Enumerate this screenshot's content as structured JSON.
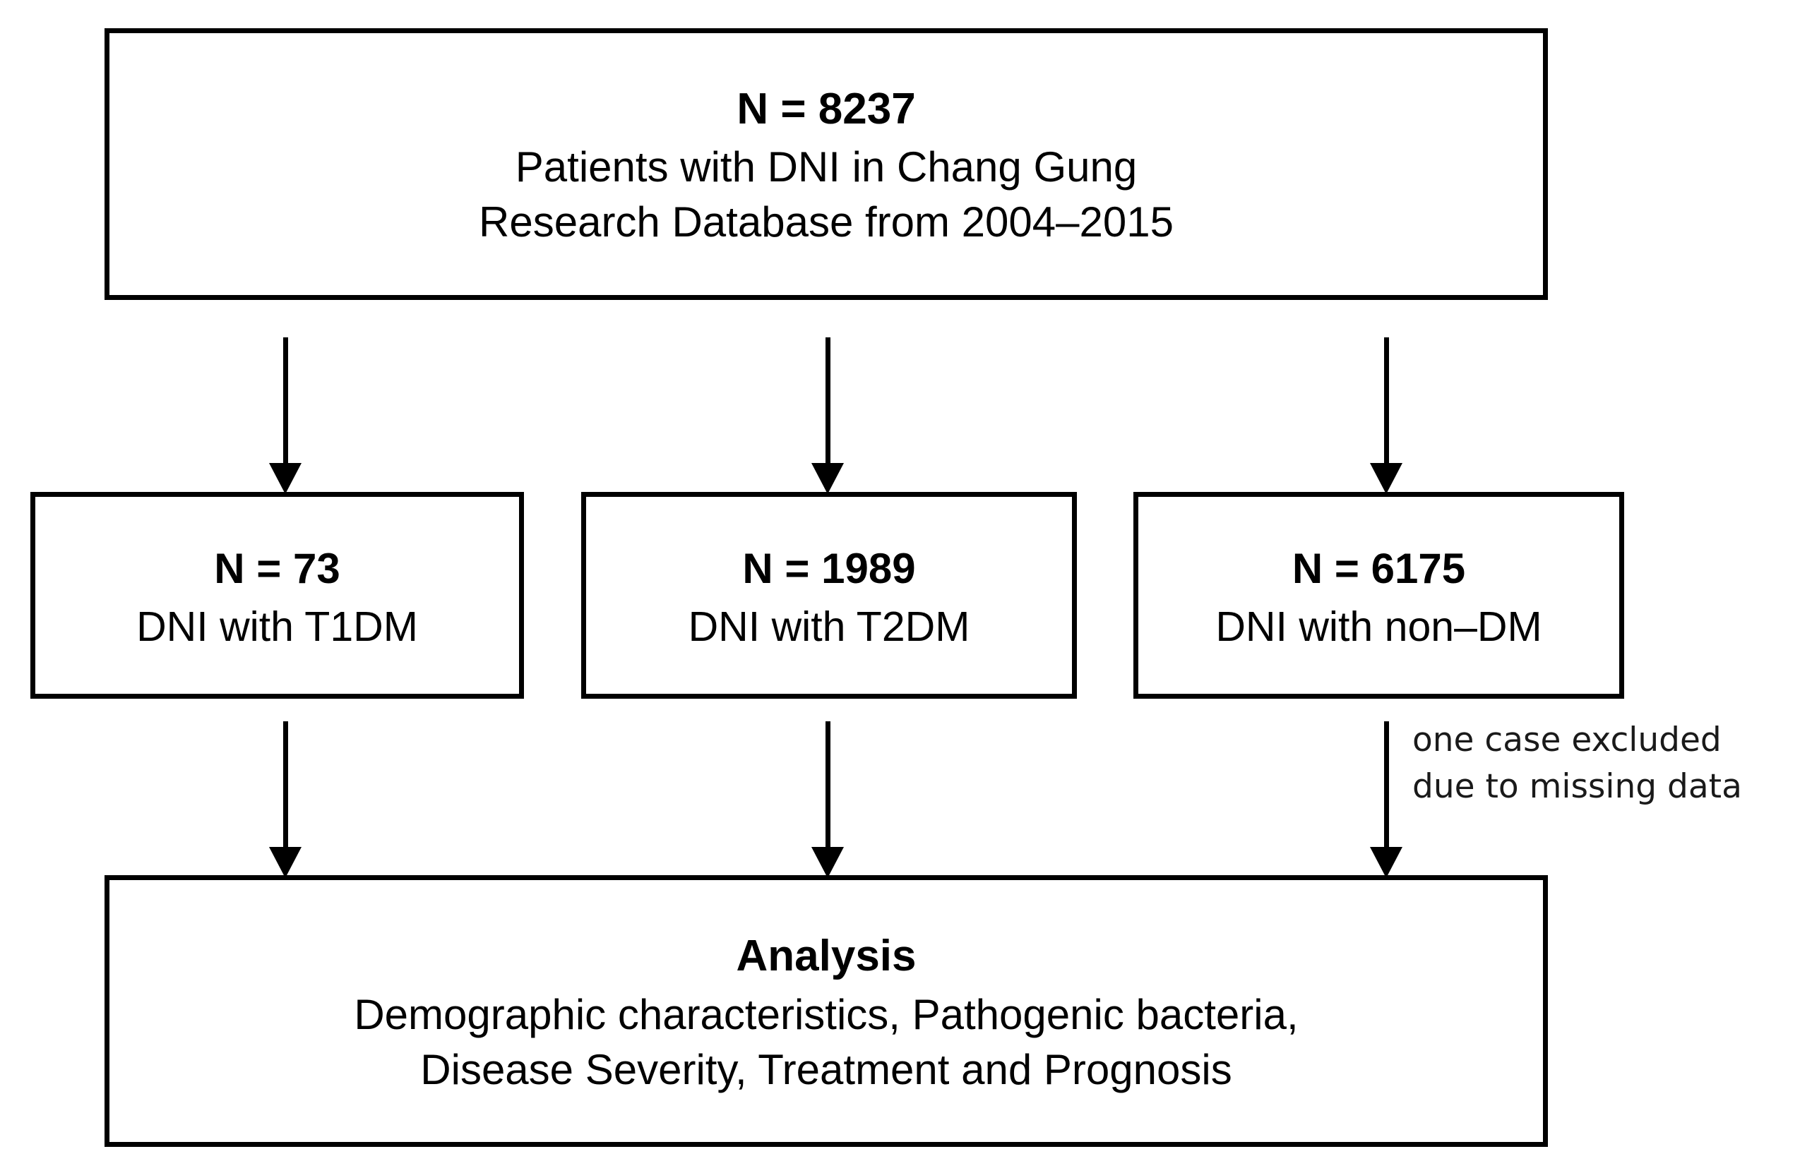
{
  "diagram": {
    "title": "Study population flow diagram",
    "stroke_color": "#000000",
    "background_color": "#ffffff",
    "nodes": {
      "source_cohort": {
        "count_label": "N = 8237",
        "description_line_1": "Patients with DNI in Chang Gung",
        "description_line_2": "Research Database from 2004–2015"
      },
      "t1dm_group": {
        "count_label": "N = 73",
        "description_line_1": "DNI with T1DM"
      },
      "t2dm_group": {
        "count_label": "N = 1989",
        "description_line_1": "DNI with T2DM"
      },
      "nondm_group": {
        "count_label": "N = 6175",
        "description_line_1": "DNI with non–DM"
      },
      "analysis": {
        "count_label": "Analysis",
        "description_line_1": "Demographic characteristics, Pathogenic bacteria,",
        "description_line_2": "Disease Severity, Treatment and Prognosis"
      }
    },
    "annotations": {
      "exclusion_note_line_1": "one case excluded",
      "exclusion_note_line_2": "due to missing data"
    },
    "connectors": [
      {
        "name": "source-to-t1dm",
        "icon": "arrow-down-icon"
      },
      {
        "name": "source-to-t2dm",
        "icon": "arrow-down-icon"
      },
      {
        "name": "source-to-nondm",
        "icon": "arrow-down-icon"
      },
      {
        "name": "t1dm-to-analysis",
        "icon": "arrow-down-icon"
      },
      {
        "name": "t2dm-to-analysis",
        "icon": "arrow-down-icon"
      },
      {
        "name": "nondm-to-analysis",
        "icon": "arrow-down-icon"
      }
    ]
  }
}
